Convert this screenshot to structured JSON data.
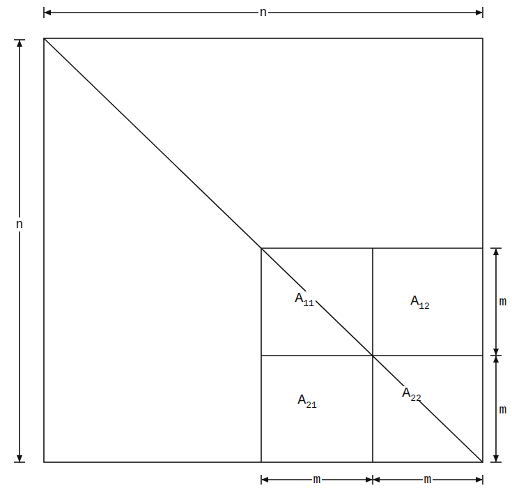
{
  "diagram": {
    "nodes": [
      {
        "text": [
          "A",
          "11"
        ]
      },
      {
        "text": [
          "A",
          "12"
        ]
      },
      {
        "text": [
          "A",
          "21"
        ]
      },
      {
        "text": [
          "A",
          "22"
        ]
      }
    ],
    "labels": [
      "n",
      "n",
      "m",
      "m",
      "m",
      "m"
    ]
  }
}
